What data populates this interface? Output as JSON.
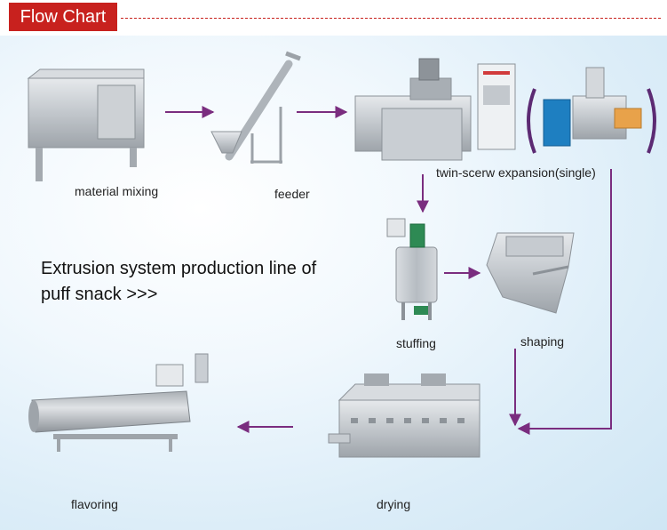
{
  "header": {
    "title": "Flow Chart"
  },
  "headline": {
    "line1": "Extrusion system production line of",
    "line2": "puff snack >>>"
  },
  "steps": {
    "mixing": "material mixing",
    "feeder": "feeder",
    "extruder": "twin-scerw expansion(single)",
    "stuffing": "stuffing",
    "shaping": "shaping",
    "drying": "drying",
    "flavoring": "flavoring"
  },
  "colors": {
    "accent": "#c8211e",
    "arrow": "#7a2d7f",
    "machine": "#b9bec4",
    "background": "#dcedf8"
  }
}
